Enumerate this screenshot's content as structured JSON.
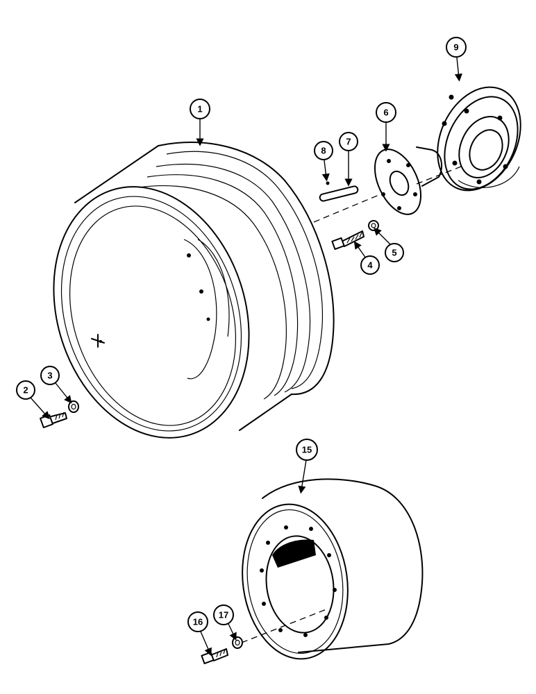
{
  "callouts": {
    "c1": "1",
    "c2": "2",
    "c3": "3",
    "c4": "4",
    "c5": "5",
    "c6": "6",
    "c7": "7",
    "c8": "8",
    "c9": "9",
    "c15": "15",
    "c16": "16",
    "c17": "17"
  }
}
